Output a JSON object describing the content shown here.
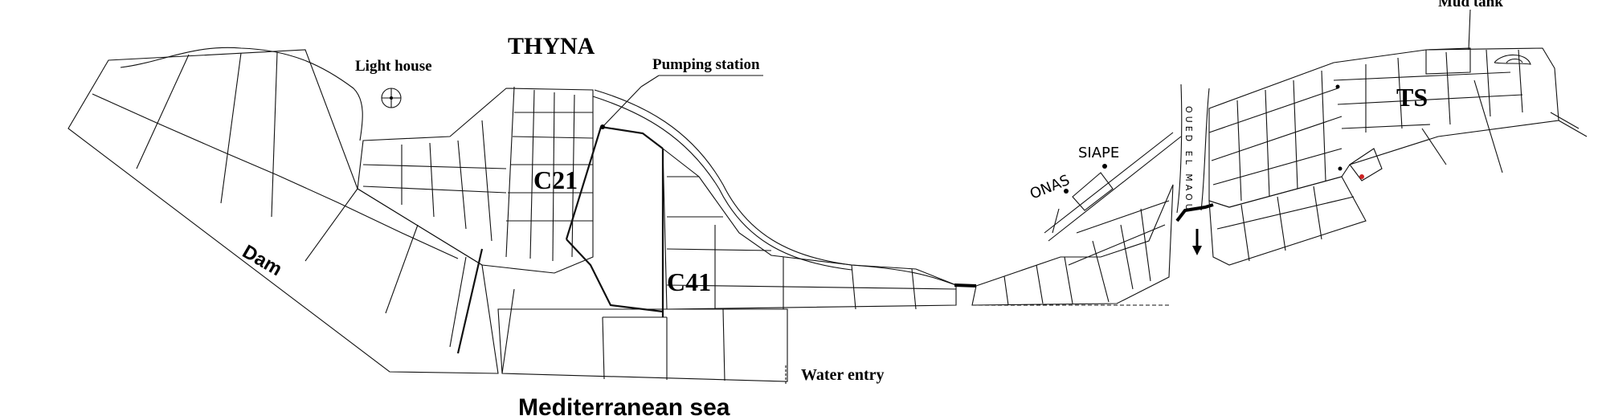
{
  "labels": {
    "town": "THYNA",
    "light_house": "Light house",
    "pumping_station": "Pumping station",
    "c21": "C21",
    "c41": "C41",
    "dam": "Dam",
    "water_entry": "Water entry",
    "sea": "Mediterranean sea",
    "onas": "ONAS",
    "siape": "SIAPE",
    "oued": "OUED EL MAOU",
    "ts": "TS",
    "mud_tank": "Mud tank"
  },
  "colors": {
    "ink": "#111111",
    "marker": "#cc2222"
  },
  "icons": {
    "lighthouse": "crosshair-circle-icon",
    "flow": "down-arrow-icon"
  }
}
